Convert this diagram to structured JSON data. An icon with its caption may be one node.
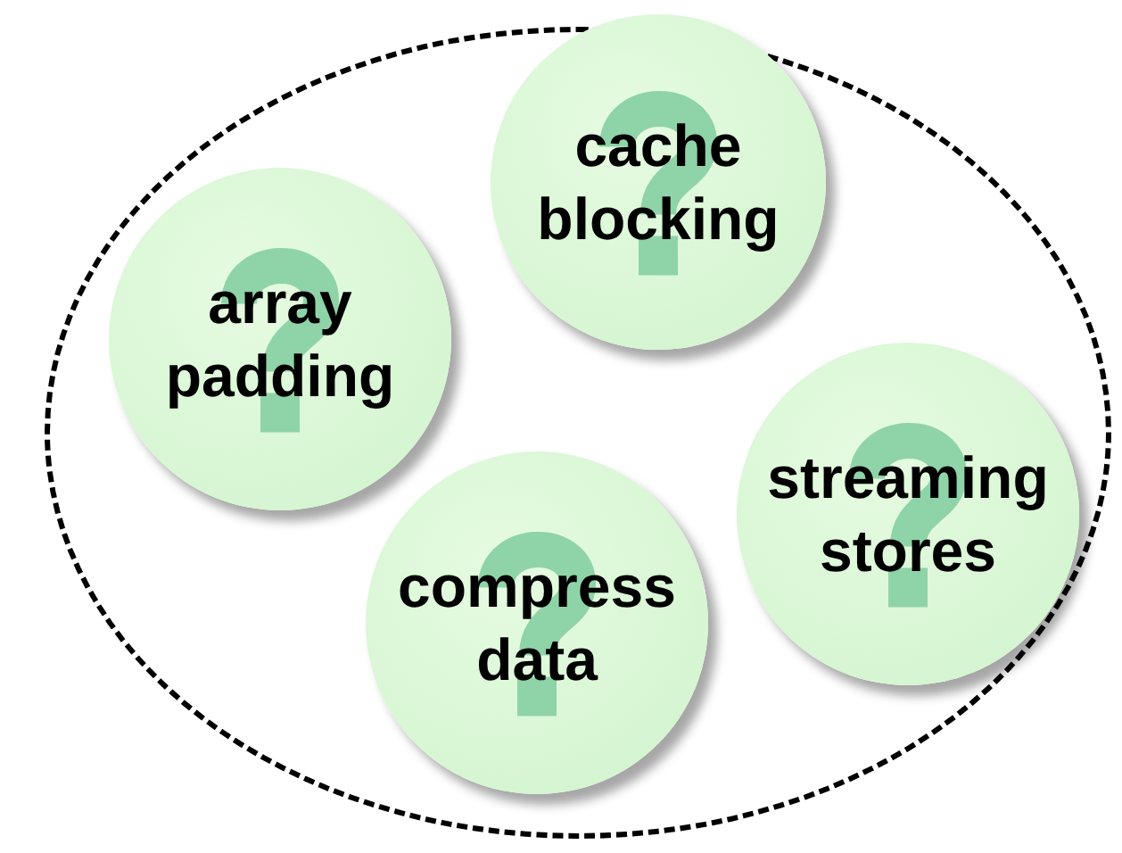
{
  "diagram": {
    "nodes": [
      {
        "text": [],
        "shape": "ellipse"
      },
      {
        "text": [
          "cache blocking"
        ],
        "in": 0
      },
      {
        "text": [
          "array padding"
        ],
        "in": 0
      },
      {
        "text": [
          "streaming stores"
        ],
        "in": 0
      },
      {
        "text": [
          "compress data"
        ],
        "in": 0
      }
    ]
  }
}
